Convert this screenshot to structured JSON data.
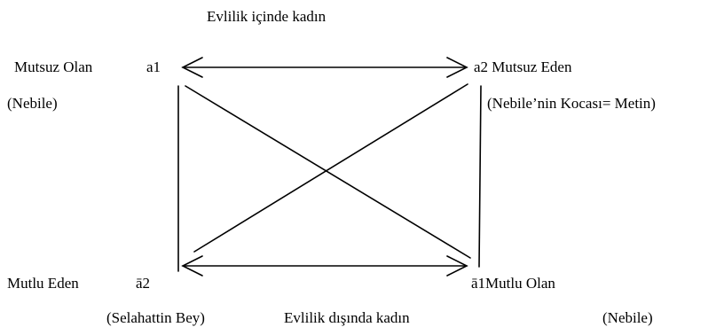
{
  "diagram": {
    "top_title": "Evlilik içinde kadın",
    "bottom_title": "Evlilik dışında kadın",
    "top_left": {
      "name": "Mutsuz Olan",
      "code": "a1",
      "person": "(Nebile)"
    },
    "top_right": {
      "name": "a2 Mutsuz Eden",
      "person": "(Nebile’nin Kocası= Metin)"
    },
    "bottom_left": {
      "name": "Mutlu Eden",
      "code": "ā2",
      "person": "(Selahattin Bey)"
    },
    "bottom_right": {
      "name": "ā1Mutlu Olan",
      "person": "(Nebile)"
    },
    "colors": {
      "ink": "#000000",
      "background": "#ffffff"
    }
  }
}
